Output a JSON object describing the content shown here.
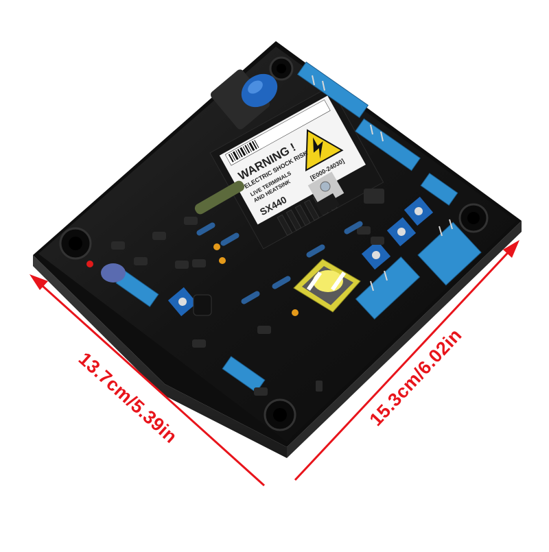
{
  "product": {
    "model": "SX440",
    "label": {
      "title": "WARNING !",
      "line1": "ELECTRIC SHOCK RISK",
      "line2": "LIVE TERMINALS",
      "line3": "AND HEATSINK",
      "code": "[E000-24030]",
      "model": "SX440",
      "hazard_icon": "high-voltage-warning-icon"
    }
  },
  "dimensions": {
    "width_label": "13.7cm/5.39in",
    "length_label": "15.3cm/6.02in",
    "color": "#e8141b"
  },
  "colors": {
    "board": "#151515",
    "board_edge": "#2a2a2a",
    "connector_blue": "#2f8fd0",
    "trimpot_blue": "#1f66b8",
    "transformer_yellow": "#e8df4a",
    "background": "#ffffff"
  }
}
